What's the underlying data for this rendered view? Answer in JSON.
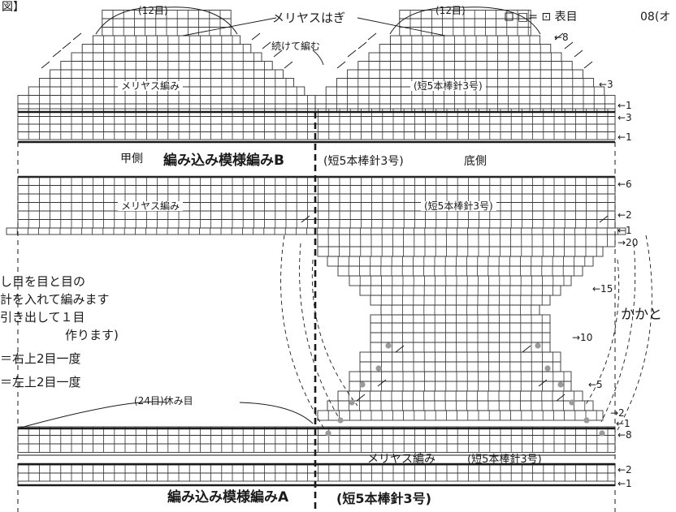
{
  "title_partial": "図】",
  "legend": {
    "symbol_label": "□= ⊡ 表目",
    "yarn_partial": "08(オ"
  },
  "top": {
    "left_count": "(12目)",
    "right_count": "(12目)",
    "graft_label": "メリヤスはぎ",
    "continue_label": "続けて編む",
    "left_pattern": "メリヤス編み",
    "right_needle": "(短5本棒針3号)"
  },
  "band_b": {
    "instep": "甲側",
    "pattern": "編み込み模様編みB",
    "needle": "(短5本棒針3号)",
    "sole": "底側"
  },
  "middle": {
    "left_pattern": "メリヤス編み",
    "right_needle": "(短5本棒針3号)"
  },
  "row_marks": {
    "r8": "←8",
    "r3a": "←3",
    "r1a": "←1",
    "r3b": "←3",
    "r1b": "←1",
    "r6": "←6",
    "r2a": "←2",
    "r1c": "←1",
    "r20": "→20",
    "r15": "←15",
    "r10": "→10",
    "r5": "←5",
    "r2b": "→2",
    "r1d": "←1",
    "r8b": "←8",
    "r2c": "←2",
    "r1e": "←1"
  },
  "heel_label": "かかと",
  "notes": {
    "line1": "し目を目と目の",
    "line2": "計を入れて編みます",
    "line3": "引き出して１目",
    "line4": "作ります)",
    "dec_right": "＝右上2目一度",
    "dec_left": "＝左上2目一度"
  },
  "rest_label": "(24目)休み目",
  "bottom": {
    "pattern": "メリヤス編み",
    "needle": "(短5本棒針3号)"
  },
  "band_a": {
    "pattern": "編み込み模様編みA",
    "needle": "(短5本棒針3号)"
  },
  "colors": {
    "line": "#1a1a1a",
    "grid": "#333333",
    "dot": "#9a9a9a",
    "background": "#ffffff"
  }
}
